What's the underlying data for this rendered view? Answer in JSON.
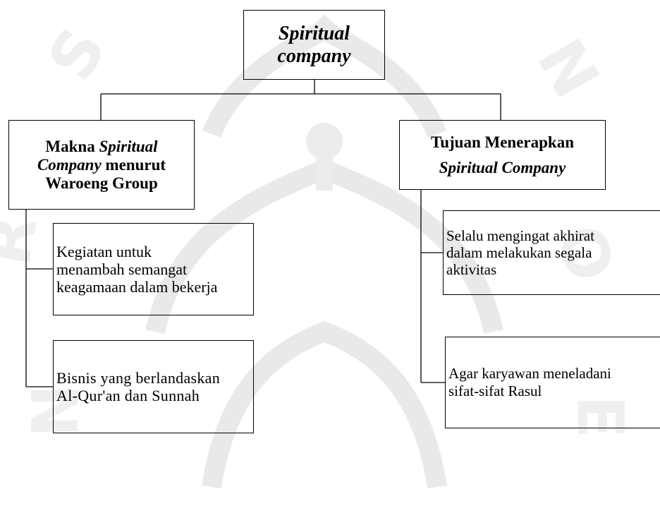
{
  "diagram": {
    "root": {
      "line1": "Spiritual",
      "line2": "company"
    },
    "left": {
      "heading": {
        "t1": "Makna ",
        "t2": "Spiritual",
        "t3": "Company",
        "t4": " menurut",
        "t5": "Waroeng Group"
      },
      "items": [
        {
          "lines": [
            "Kegiatan untuk",
            "menambah semangat",
            "keagamaan dalam bekerja"
          ]
        },
        {
          "lines": [
            "Bisnis yang berlandaskan",
            "Al-Qur'an dan Sunnah"
          ]
        }
      ]
    },
    "right": {
      "heading": {
        "line1": "Tujuan Menerapkan",
        "line2": "Spiritual Company"
      },
      "items": [
        {
          "lines": [
            "Selalu mengingat akhirat",
            "dalam melakukan segala",
            "aktivitas"
          ]
        },
        {
          "lines": [
            "Agar karyawan meneladani",
            "sifat-sifat Rasul"
          ]
        }
      ]
    }
  },
  "colors": {
    "line": "#000000",
    "watermark": "#e6e6e6"
  }
}
